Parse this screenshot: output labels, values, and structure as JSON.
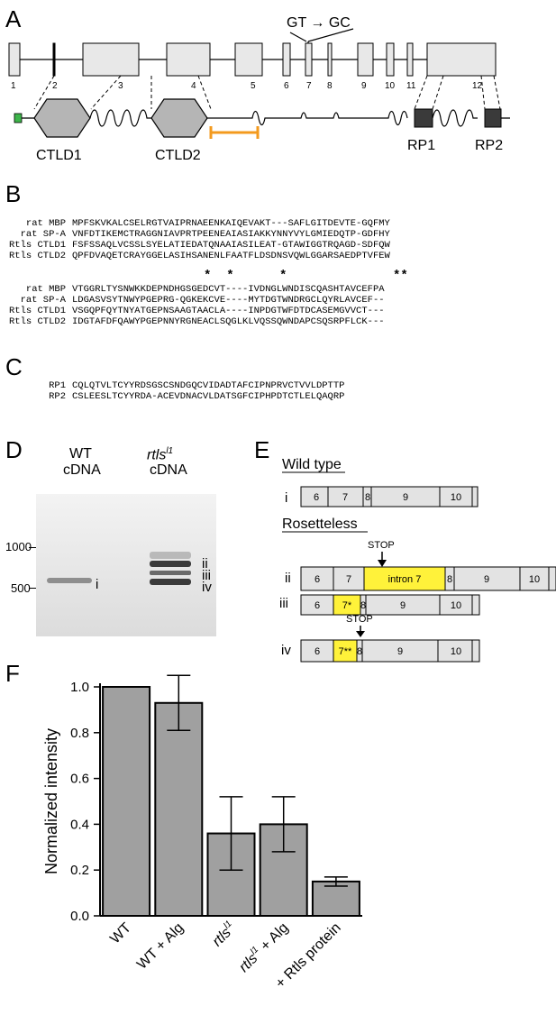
{
  "panels": {
    "a": "A",
    "b": "B",
    "c": "C",
    "d": "D",
    "e": "E",
    "f": "F"
  },
  "panel_a": {
    "mutation_label": "GT → GC",
    "exon_numbers": [
      "1",
      "2",
      "3",
      "4",
      "5",
      "6",
      "7",
      "8",
      "9",
      "10",
      "11",
      "12"
    ],
    "domain_labels": [
      "CTLD1",
      "CTLD2",
      "RP1",
      "RP2"
    ],
    "colors": {
      "exon": "#e8e8e8",
      "signal": "#3db54a",
      "orange_bar": "#f39a1e",
      "rp_box": "#3a3a3a",
      "ctld": "#b5b5b5"
    }
  },
  "panel_b": {
    "labels_top": [
      "rat MBP",
      "rat SP-A",
      "Rtls CTLD1",
      "Rtls CTLD2"
    ],
    "seqs_top": [
      "MPFSKVKALCSELRGTVAIPRNAEENKAIQEVAKT---SAFLGITDEVTE-GQFMY",
      "VNFDTIKEMCTRAGGNIAVPRTPEENEAIASIAKKYNNYVYLGMIEDQTP-GDFHY",
      "FSFSSAQLVCSSLSYELATIEDATQNAAIASILEAT-GTAWIGGTRQAGD-SDFQW",
      "QPFDVAQETCRAYGGELASIHSANENLFAATFLDSDNSVQWLGGARSAEDPTVFEW"
    ],
    "stars": "*  *      *              **",
    "labels_bottom": [
      "rat MBP",
      "rat SP-A",
      "Rtls CTLD1",
      "Rtls CTLD2"
    ],
    "seqs_bottom": [
      "VTGGRLTYSNWKKDEPNDHGSGEDCVT----IVDNGLWNDISCQASHTAVCEFPA",
      "LDGASVSYTNWYPGEPRG-QGKEKCVE----MYTDGTWNDRGCLQYRLAVCEF--",
      "VSGQPFQYTNYATGEPNSAAGTAACLA----INPDGTWFDTDCASEMGVVCT---",
      "IDGTAFDFQAWYPGEPNNYRGNEACLSQGLKLVQSSQWNDAPCSQSRPFLCK---"
    ]
  },
  "panel_c": {
    "labels": [
      "RP1",
      "RP2"
    ],
    "seqs": [
      "CQLQTVLTCYYRDSGSCSNDGQCVIDADTAFCIPNPRVCTVVLDPTTP",
      "CSLEESLTCYYRDA-ACEVDNACVLDATSGFCIPHPDTCTLELQAQRP"
    ]
  },
  "panel_d": {
    "lane1_title": "WT",
    "lane1_sub": "cDNA",
    "lane2_title": "rtls",
    "lane2_sup": "l1",
    "lane2_sub": "cDNA",
    "markers": [
      "1000",
      "500"
    ],
    "band_labels": [
      "i",
      "ii",
      "iii",
      "iv"
    ]
  },
  "panel_e": {
    "wild_type_title": "Wild type",
    "rosetteless_title": "Rosetteless",
    "rows": [
      {
        "roman": "i",
        "cells": [
          "6",
          "7",
          "8",
          "9",
          "10"
        ]
      },
      {
        "roman": "ii",
        "cells": [
          "6",
          "7",
          "intron 7",
          "8",
          "9",
          "10"
        ],
        "stop": "STOP"
      },
      {
        "roman": "iii",
        "cells": [
          "6",
          "7*",
          "8",
          "9",
          "10"
        ]
      },
      {
        "roman": "iv",
        "cells": [
          "6",
          "7**",
          "8",
          "9",
          "10"
        ],
        "stop": "STOP"
      }
    ],
    "colors": {
      "exon": "#e3e3e3",
      "highlight": "#fff23a"
    }
  },
  "chart_data": {
    "type": "bar",
    "categories": [
      "WT",
      "WT + Alg",
      "rtls",
      "rtls + Alg",
      "+ Rtls protein"
    ],
    "category_sup": [
      "",
      "",
      "l1",
      "l1",
      ""
    ],
    "values": [
      1.0,
      0.93,
      0.36,
      0.4,
      0.15
    ],
    "errors": [
      0.0,
      0.12,
      0.16,
      0.12,
      0.02
    ],
    "title": "",
    "xlabel": "",
    "ylabel": "Normalized intensity",
    "ylim": [
      0,
      1.0
    ],
    "yticks": [
      "0.0",
      "0.2",
      "0.4",
      "0.6",
      "0.8",
      "1.0"
    ],
    "bar_color": "#a0a0a0",
    "grid": false
  }
}
